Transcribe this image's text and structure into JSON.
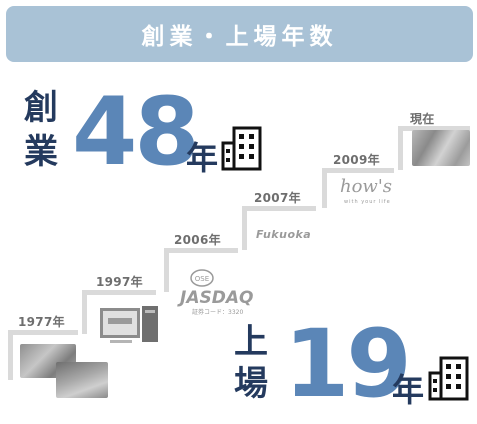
{
  "header": {
    "title": "創業・上場年数"
  },
  "founding": {
    "label_top": "創",
    "label_bottom": "業",
    "number": "48",
    "unit": "年",
    "icon": "building-icon"
  },
  "listing": {
    "label_top": "上",
    "label_bottom": "場",
    "number": "19",
    "unit": "年",
    "icon": "building-icon"
  },
  "timeline": [
    {
      "year": "1977年"
    },
    {
      "year": "1997年"
    },
    {
      "year": "2006年"
    },
    {
      "year": "2007年"
    },
    {
      "year": "2009年"
    },
    {
      "year": "現在"
    }
  ],
  "logos": {
    "jasdaq": "JASDAQ",
    "jasdaq_sub": "証券コード：3320",
    "fukuoka": "Fukuoka",
    "hows": "how's",
    "hows_sub": "with your life"
  },
  "colors": {
    "header_bg": "#a9c2d6",
    "accent_blue": "#5b86b7",
    "navy": "#243a5e",
    "step_grey": "#dadada"
  }
}
